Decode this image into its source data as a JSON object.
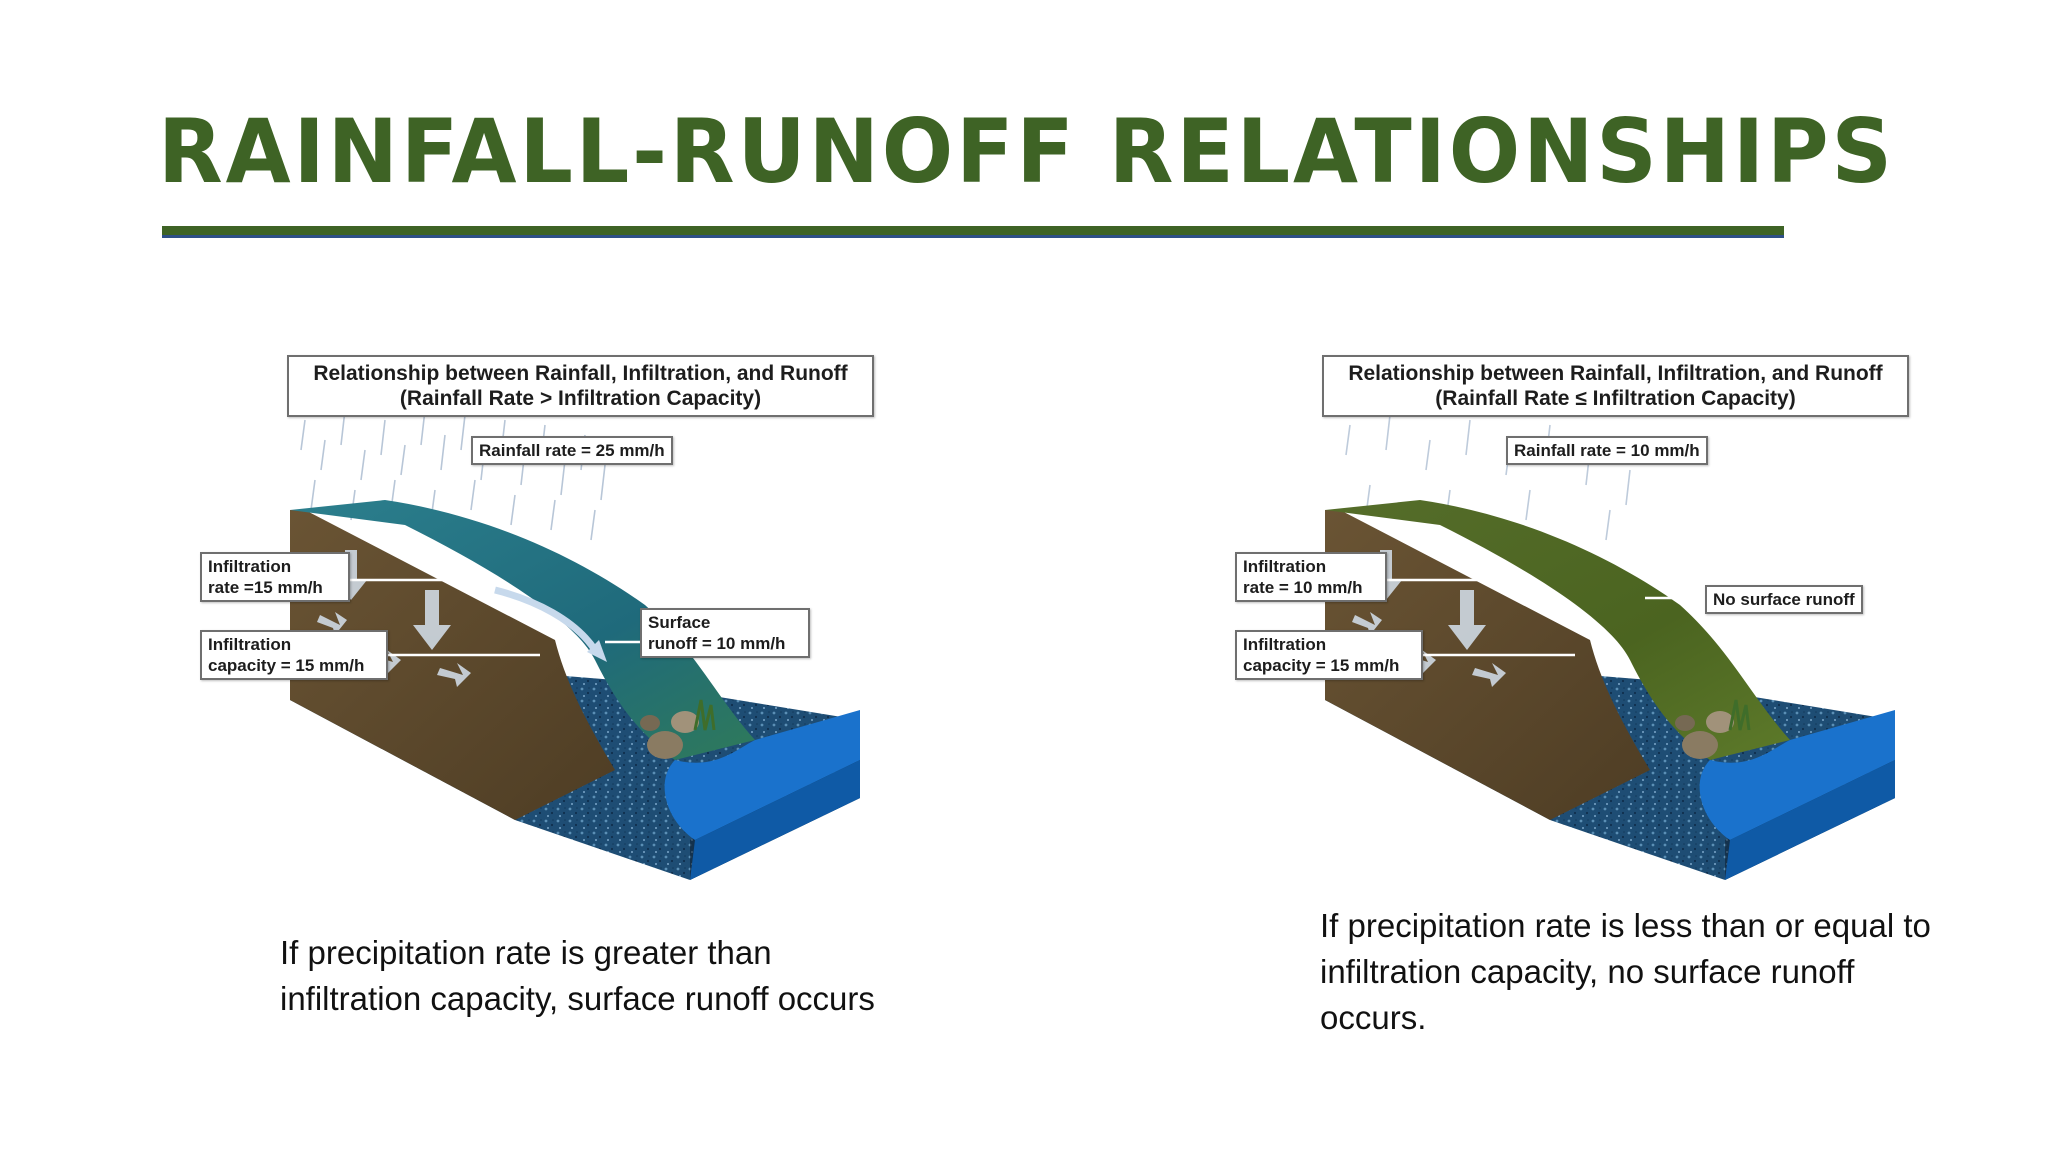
{
  "slide": {
    "title": "RAINFALL-RUNOFF RELATIONSHIPS"
  },
  "diagrams": {
    "left": {
      "header_line1": "Relationship between Rainfall, Infiltration, and Runoff",
      "header_line2": "(Rainfall Rate > Infiltration Capacity)",
      "rainfall_rate": "Rainfall rate = 25 mm/h",
      "infiltration_rate_line1": "Infiltration",
      "infiltration_rate_line2": "rate =15 mm/h",
      "infiltration_capacity_line1": "Infiltration",
      "infiltration_capacity_line2": "capacity = 15 mm/h",
      "runoff_line1": "Surface",
      "runoff_line2": "runoff = 10 mm/h",
      "caption": "If precipitation rate is greater than infiltration capacity, surface runoff occurs"
    },
    "right": {
      "header_line1": "Relationship between Rainfall, Infiltration, and Runoff",
      "header_line2": "(Rainfall Rate ≤ Infiltration Capacity)",
      "rainfall_rate": "Rainfall rate = 10 mm/h",
      "infiltration_rate_line1": "Infiltration",
      "infiltration_rate_line2": "rate = 10 mm/h",
      "infiltration_capacity_line1": "Infiltration",
      "infiltration_capacity_line2": "capacity = 15 mm/h",
      "runoff_line1": "No surface runoff",
      "caption": "If precipitation rate is less than or equal to infiltration capacity, no surface runoff occurs."
    }
  },
  "colors": {
    "title_green": "#3e6325",
    "rule_blue": "#2e4f86",
    "surface_water": "#1f6e86",
    "surface_grass": "#4b6b22",
    "soil": "#5e4a2e",
    "rock_blue": "#1f4f78",
    "stream_blue": "#1a72cc"
  }
}
